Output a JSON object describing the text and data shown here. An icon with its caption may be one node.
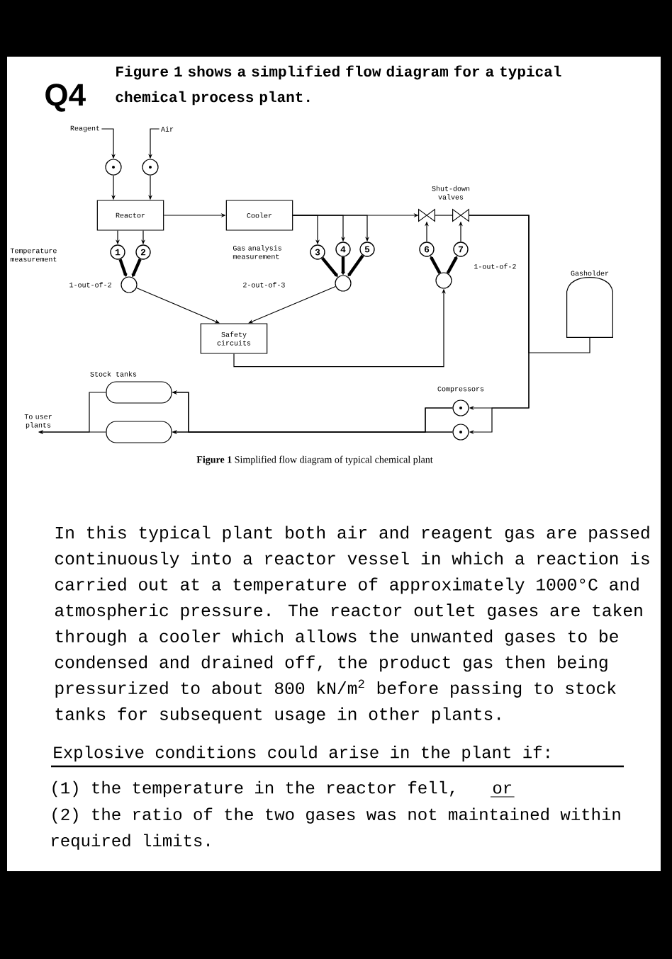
{
  "diagram": {
    "title": "Figure 1 shows a simplified flow diagram for a typical chemical process plant.",
    "caption": "**Figure 1** Simplified flow diagram of typical chemical plant",
    "nodes": [
      {
        "text": [
          "Reagent"
        ]
      },
      {
        "text": [
          "Air"
        ]
      },
      {
        "text": [],
        "shape": "circle"
      },
      {
        "text": [],
        "shape": "circle"
      },
      {
        "text": [
          "Reactor"
        ]
      },
      {
        "text": [
          "Cooler"
        ]
      },
      {
        "text": [],
        "shape": "valve"
      },
      {
        "text": [],
        "shape": "valve"
      },
      {
        "text": [
          "1"
        ]
      },
      {
        "text": [
          "2"
        ]
      },
      {
        "text": [
          "3"
        ]
      },
      {
        "text": [
          "4"
        ]
      },
      {
        "text": [
          "5"
        ]
      },
      {
        "text": [
          "6"
        ]
      },
      {
        "text": [
          "7"
        ]
      },
      {
        "text": [
          "Gasholder"
        ]
      },
      {
        "text": [],
        "shape": "circle"
      },
      {
        "text": [],
        "shape": "circle"
      },
      {
        "text": [],
        "shape": "circle"
      },
      {
        "text": [
          "Safety circuits"
        ]
      },
      {
        "text": [],
        "shape": "cylinder"
      },
      {
        "text": [],
        "shape": "circle"
      },
      {
        "text": [],
        "shape": "cylinder"
      },
      {
        "text": [],
        "shape": "circle"
      },
      {
        "text": [
          "To user plants"
        ]
      }
    ],
    "edges": [
      {
        "from": 0,
        "to": 2,
        "arrow": "to"
      },
      {
        "from": 1,
        "to": 3,
        "arrow": "to"
      },
      {
        "from": 2,
        "to": 4,
        "arrow": "to"
      },
      {
        "from": 3,
        "to": 4,
        "arrow": "to"
      },
      {
        "from": 4,
        "to": 5,
        "arrow": "to"
      },
      {
        "from": 5,
        "to": 6,
        "arrow": "to"
      },
      {
        "from": 6,
        "to": 7,
        "arrow": "none"
      },
      {
        "from": 5,
        "to": 10,
        "arrow": "to"
      },
      {
        "from": 5,
        "to": 11,
        "arrow": "to"
      },
      {
        "from": 5,
        "to": 12,
        "arrow": "to"
      },
      {
        "from": 4,
        "to": 8,
        "arrow": "to"
      },
      {
        "from": 4,
        "to": 9,
        "arrow": "to"
      },
      {
        "from": 8,
        "to": 16,
        "arrow": "to",
        "style": "thick"
      },
      {
        "from": 9,
        "to": 16,
        "arrow": "to",
        "style": "thick"
      },
      {
        "from": 10,
        "to": 17,
        "arrow": "to",
        "style": "thick"
      },
      {
        "from": 11,
        "to": 17,
        "arrow": "to",
        "style": "thick"
      },
      {
        "from": 12,
        "to": 17,
        "arrow": "to",
        "style": "thick"
      },
      {
        "from": 16,
        "to": 19,
        "arrow": "to"
      },
      {
        "from": 17,
        "to": 19,
        "arrow": "to"
      },
      {
        "from": 19,
        "to": 18,
        "arrow": "to"
      },
      {
        "from": 18,
        "to": 13,
        "arrow": "to",
        "style": "thick"
      },
      {
        "from": 18,
        "to": 14,
        "arrow": "to",
        "style": "thick"
      },
      {
        "from": 13,
        "to": 6,
        "arrow": "to"
      },
      {
        "from": 14,
        "to": 7,
        "arrow": "to"
      },
      {
        "from": 7,
        "to": 15,
        "arrow": "none"
      },
      {
        "from": 7,
        "to": 21,
        "arrow": "to"
      },
      {
        "from": 7,
        "to": 23,
        "arrow": "to"
      },
      {
        "from": 21,
        "to": 20,
        "arrow": "to"
      },
      {
        "from": 21,
        "to": 22,
        "arrow": "to"
      },
      {
        "from": 23,
        "to": 20,
        "arrow": "to"
      },
      {
        "from": 23,
        "to": 22,
        "arrow": "to"
      },
      {
        "from": 20,
        "to": 24,
        "arrow": "to"
      },
      {
        "from": 22,
        "to": 24,
        "arrow": "to"
      }
    ],
    "labels": [
      "Q4",
      "Temperature measurement",
      "Gas analysis measurement",
      "Shut-down valves",
      "Stock tanks",
      "Compressors",
      "1-out-of-2",
      "2-out-of-3",
      "1-out-of-2",
      "In this typical plant both air and reagent gas are passed continuously into a reactor vessel in which a reaction is carried out at a temperature of approximately 1000°C and atmospheric pressure. The reactor outlet gases are taken through a cooler which allows the unwanted gases to be condensed and drained off, the product gas then being pressurized to about 800 kN/m$^{2}$ before passing to stock tanks for subsequent usage in other plants.",
      "Explosive conditions could arise in the plant if:",
      "(1) the temperature in the reactor fell,",
      "or",
      "(2) the ratio of the two gases was not maintained within required limits."
    ]
  }
}
